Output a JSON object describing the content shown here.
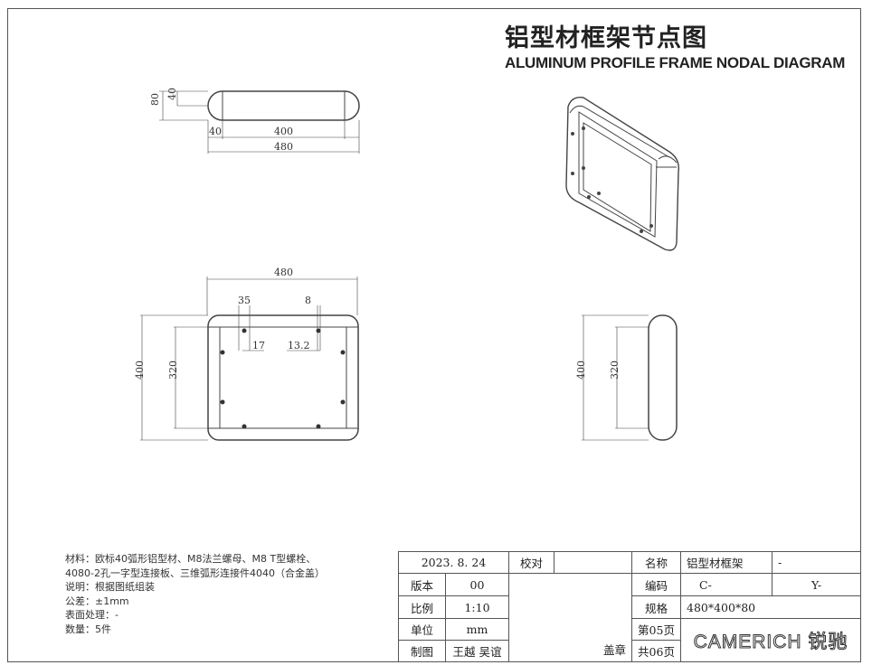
{
  "title": {
    "cn": "铝型材框架节点图",
    "en": "ALUMINUM PROFILE FRAME NODAL DIAGRAM"
  },
  "top_view": {
    "height": "80",
    "inner": "40",
    "left": "40",
    "middle": "400",
    "total": "480"
  },
  "front_view": {
    "width": "480",
    "d35": "35",
    "d8": "8",
    "d17": "17",
    "d13": "13.2",
    "height": "400",
    "inner": "320"
  },
  "side_view": {
    "height": "400",
    "inner": "320"
  },
  "notes": [
    "材料：欧标40弧形铝型材、M8法兰螺母、M8 T型螺栓、",
    "4080-2孔一字型连接板、三维弧形连接件4040（合金盖）",
    "说明：根据图纸组装",
    "公差：±1mm",
    "表面处理：-",
    "数量：5件"
  ],
  "title_block": {
    "date": "2023. 8. 24",
    "check_label": "校对",
    "version_label": "版本",
    "version": "00",
    "scale_label": "比例",
    "scale": "1:10",
    "unit_label": "单位",
    "unit": "mm",
    "drawn_label": "制图",
    "drawn_by": "王越 吴谊",
    "stamp_label": "盖章",
    "name_label": "名称",
    "name": "铝型材框架",
    "name_extra": "-",
    "code_label": "编码",
    "code_c": "C-",
    "code_y": "Y-",
    "spec_label": "规格",
    "spec": "480*400*80",
    "page": "第05页",
    "total_pages": "共06页",
    "logo": "CAMERICH 锐驰"
  }
}
